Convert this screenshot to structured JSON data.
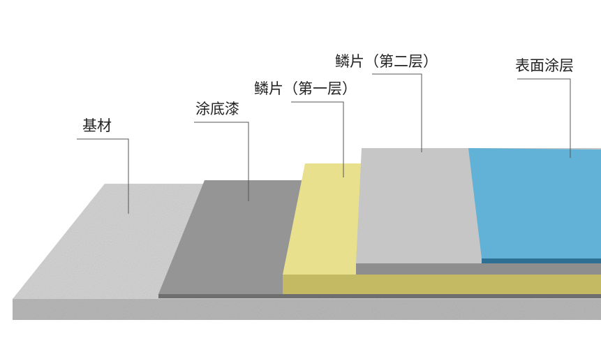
{
  "labels": {
    "substrate": "基材",
    "primer": "涂底漆",
    "flake_layer_1": "鳞片（第一层）",
    "flake_layer_2": "鳞片（第二层）",
    "top_coat": "表面涂层"
  },
  "colors": {
    "substrate_light": "#d4d4d4",
    "substrate_dark": "#b9b9b9",
    "primer": "#959595",
    "primer_edge": "#6f6f6f",
    "flake_1_top": "#e8e08c",
    "flake_1_side": "#c4ba64",
    "flake_2_top": "#c6c6c6",
    "flake_2_side": "#8e8e8e",
    "top_coat": "#62b2d8",
    "top_coat_edge": "#2e6f94",
    "leader_line": "#555555"
  }
}
